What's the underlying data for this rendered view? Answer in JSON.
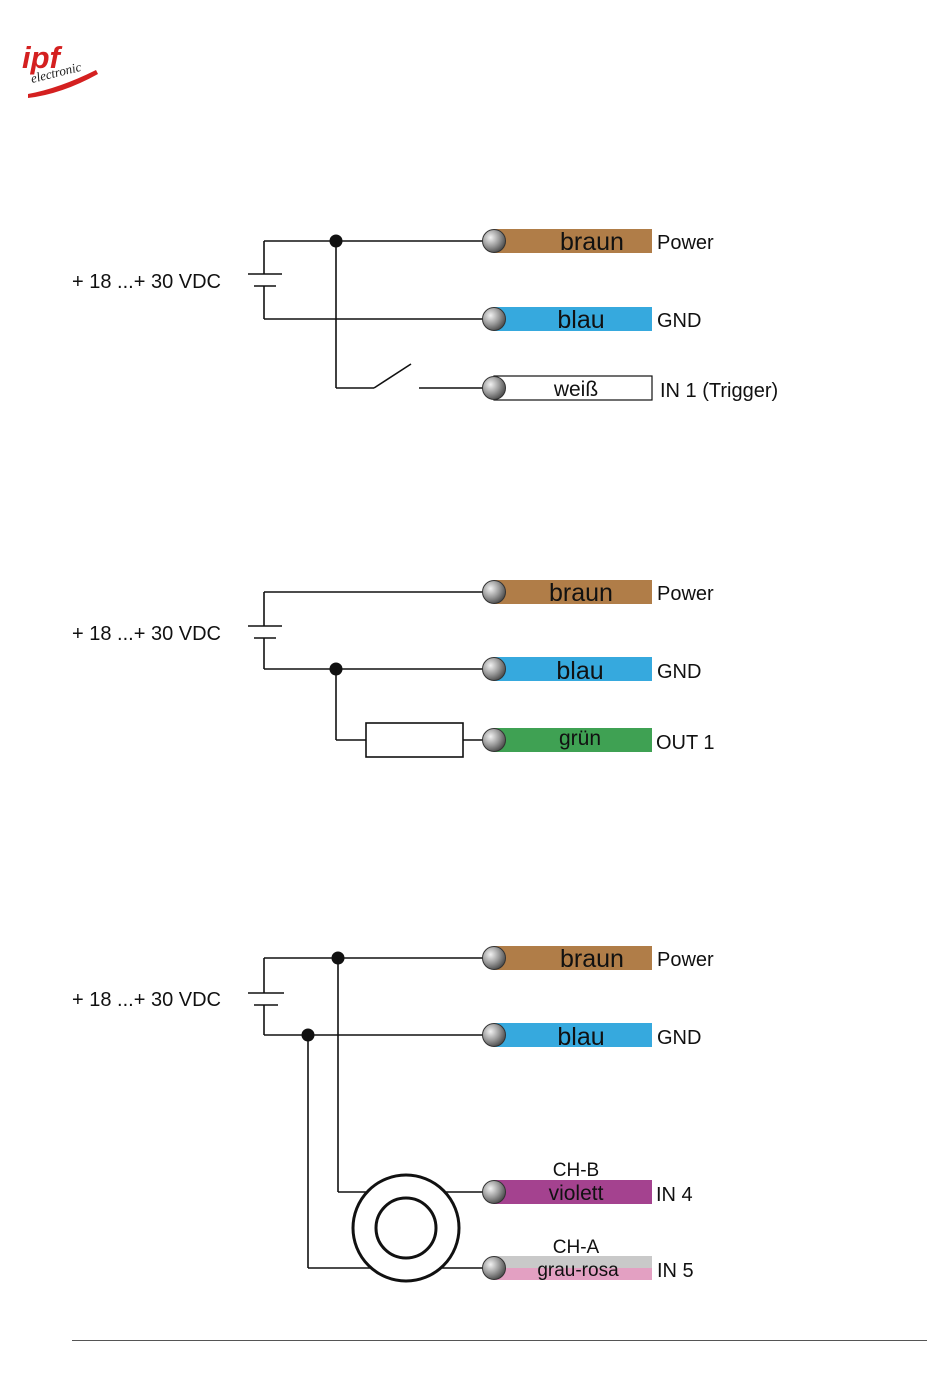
{
  "logo": {
    "text_main": "ipf",
    "text_sub": "electronic",
    "color": "#d42020"
  },
  "colors": {
    "braun": "#b07d48",
    "blau": "#36a9de",
    "gruen": "#3fa153",
    "weiss": "#ffffff",
    "violett": "#a4428f",
    "grau": "#c9c9c9",
    "rosa": "#e3a0c2"
  },
  "diagrams": [
    {
      "voltage": "+ 18 ...+ 30 VDC",
      "wires": [
        {
          "label": "braun",
          "signal": "Power"
        },
        {
          "label": "blau",
          "signal": "GND"
        },
        {
          "label": "weiß",
          "signal": "IN 1 (Trigger)"
        }
      ]
    },
    {
      "voltage": "+ 18 ...+ 30 VDC",
      "wires": [
        {
          "label": "braun",
          "signal": "Power"
        },
        {
          "label": "blau",
          "signal": "GND"
        },
        {
          "label": "grün",
          "signal": "OUT 1"
        }
      ]
    },
    {
      "voltage": "+ 18 ...+ 30 VDC",
      "wires": [
        {
          "label": "braun",
          "signal": "Power"
        },
        {
          "label": "blau",
          "signal": "GND"
        },
        {
          "label": "violett",
          "signal": "IN 4",
          "channel": "CH-B"
        },
        {
          "label": "grau-rosa",
          "signal": "IN 5",
          "channel": "CH-A"
        }
      ]
    }
  ]
}
